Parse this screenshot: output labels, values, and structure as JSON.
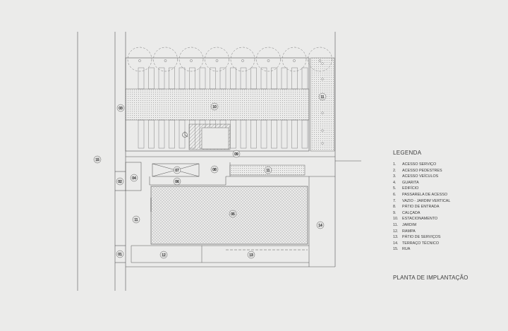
{
  "legend": {
    "title": "LEGENDA",
    "items": [
      {
        "num": "1.",
        "text": "ACESSO SERVIÇO"
      },
      {
        "num": "2.",
        "text": "ACESSO PEDESTRES"
      },
      {
        "num": "3.",
        "text": "ACESSO VEÍCULOS"
      },
      {
        "num": "4.",
        "text": "GUARITA"
      },
      {
        "num": "5.",
        "text": "EDIFÍCIO"
      },
      {
        "num": "6.",
        "text": "PASSARELA DE ACESSO"
      },
      {
        "num": "7.",
        "text": "VAZIO - JARDIM VERTICAL"
      },
      {
        "num": "8.",
        "text": "PÁTIO DE ENTRADA"
      },
      {
        "num": "9.",
        "text": "CALÇADA"
      },
      {
        "num": "10.",
        "text": "ESTACIONAMENTO"
      },
      {
        "num": "11.",
        "text": "JARDIM"
      },
      {
        "num": "12.",
        "text": "RAMPA"
      },
      {
        "num": "13.",
        "text": "PÁTIO DE SERVIÇOS"
      },
      {
        "num": "14.",
        "text": "TERRAÇO TÉCNICO"
      },
      {
        "num": "15.",
        "text": "RUA"
      }
    ]
  },
  "plan_title": "PLANTA DE IMPLANTAÇÃO",
  "plan_labels": {
    "l01": "01",
    "l02": "02",
    "l03": "03",
    "l04": "04",
    "l05": "05",
    "l06": "06",
    "l07": "07",
    "l08": "08",
    "l09": "09",
    "l10": "10",
    "l11a": "11",
    "l11b": "11",
    "l11c": "11",
    "l12": "12",
    "l13": "13",
    "l14": "14",
    "l15": "15"
  },
  "colors": {
    "background": "#ebebea",
    "line": "#555555",
    "hatch": "#9a9a9a"
  }
}
